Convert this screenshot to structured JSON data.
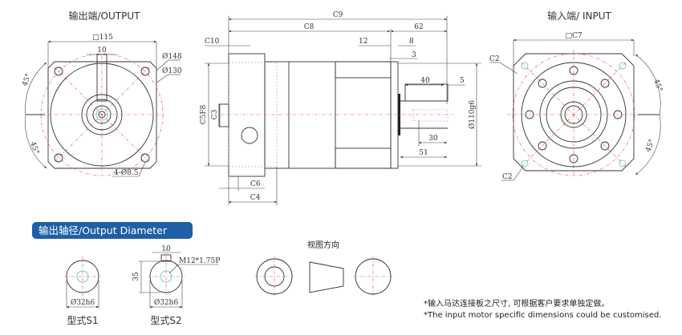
{
  "output_view": {
    "title": "输出端/OUTPUT",
    "square": "□115",
    "key_width": "10",
    "d1": "Ø148",
    "d2": "Ø130",
    "angle1": "45°",
    "angle2": "45°",
    "holes": "4-Ø8.5"
  },
  "side_view": {
    "c9": "C9",
    "c8": "C8",
    "l62": "62",
    "c10": "C10",
    "l12": "12",
    "l8": "8",
    "l3": "3",
    "l40": "40",
    "l5": "5",
    "shaft": "Ø110g6",
    "l30": "30",
    "l51": "51",
    "c5": "C5F8",
    "c3": "C3",
    "c6": "C6",
    "c4": "C4"
  },
  "input_view": {
    "title": "输入端/ INPUT",
    "square": "□C7",
    "c2a": "C2",
    "c2b": "C2",
    "angle1": "45°",
    "angle2": "45°"
  },
  "output_diameter": {
    "badge": "输出轴径/Output Diameter",
    "s1": {
      "dia": "Ø32h6",
      "label": "型式S1"
    },
    "s2": {
      "dia": "Ø32h6",
      "label": "型式S2",
      "key": "10",
      "height": "35",
      "thread": "M12*1.75P"
    },
    "view_direction": "视图方向"
  },
  "notes": [
    "*输入马达连接板之尺寸, 可根据客户要求单独定做。",
    "*The input motor specific dimensions could be customised."
  ]
}
